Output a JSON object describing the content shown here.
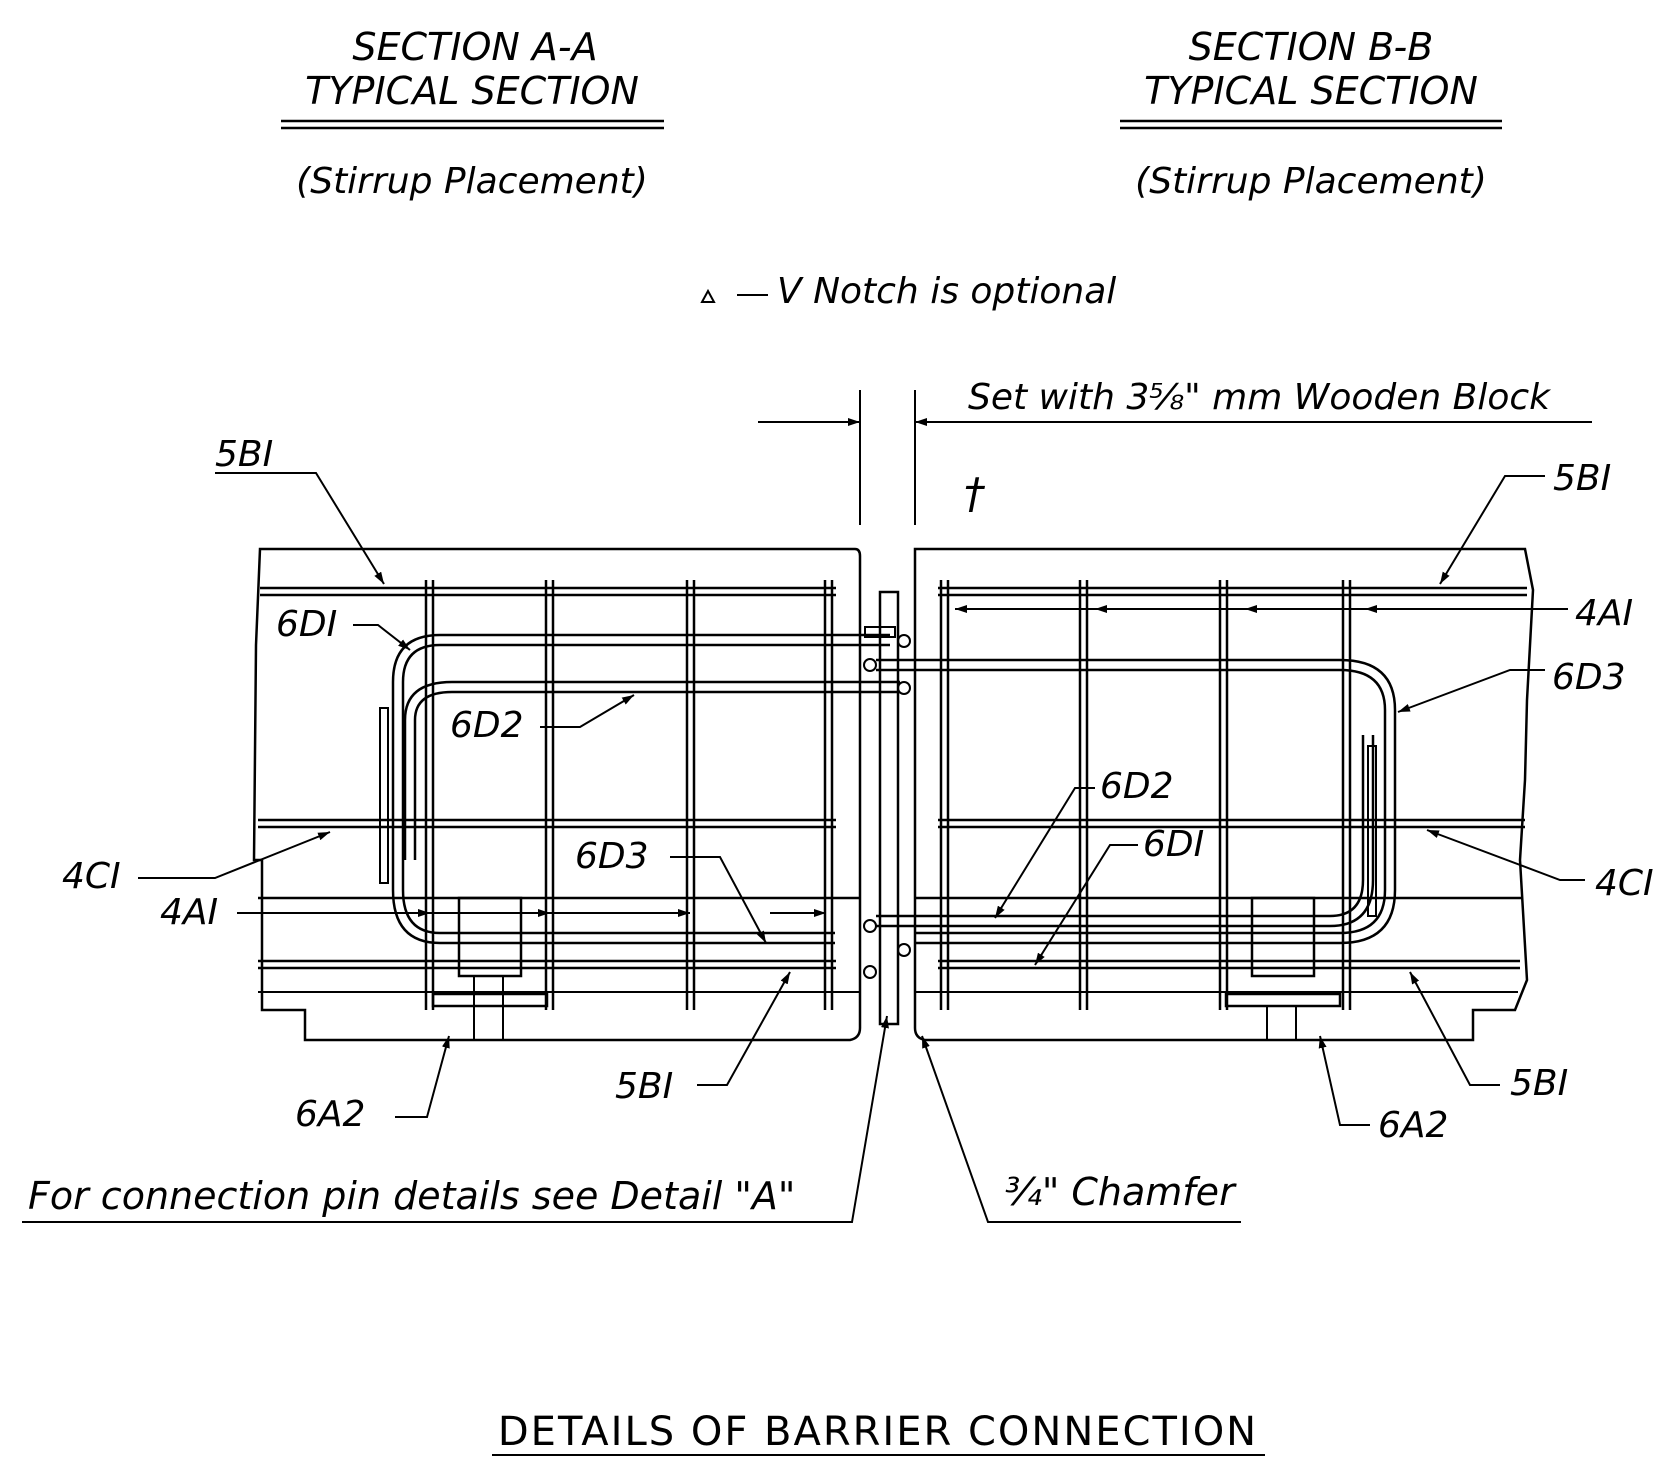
{
  "left_section": {
    "title": "SECTION A-A",
    "subtitle": "TYPICAL SECTION",
    "note": "(Stirrup Placement)"
  },
  "right_section": {
    "title": "SECTION B-B",
    "subtitle": "TYPICAL SECTION",
    "note": "(Stirrup Placement)"
  },
  "notch_note": "V Notch is optional",
  "block_note": "Set with 3⅝\" mm Wooden Block",
  "dagger": "†",
  "left_labels": {
    "bar_5b1_top": "5BI",
    "bar_6d1": "6DI",
    "bar_6d2": "6D2",
    "bar_4c1": "4CI",
    "bar_4a1": "4AI",
    "bar_6d3": "6D3",
    "bar_6a2": "6A2",
    "bar_5b1_bottom": "5BI"
  },
  "right_labels": {
    "bar_5b1_top": "5BI",
    "bar_4a1": "4AI",
    "bar_6d3": "6D3",
    "bar_6d2": "6D2",
    "bar_6d1": "6DI",
    "bar_4c1": "4CI",
    "bar_5b1_bottom": "5BI",
    "bar_6a2": "6A2"
  },
  "pin_note": "For connection pin details see Detail \"A\"",
  "chamfer_note": "¾\" Chamfer",
  "main_title": "DETAILS OF BARRIER CONNECTION"
}
